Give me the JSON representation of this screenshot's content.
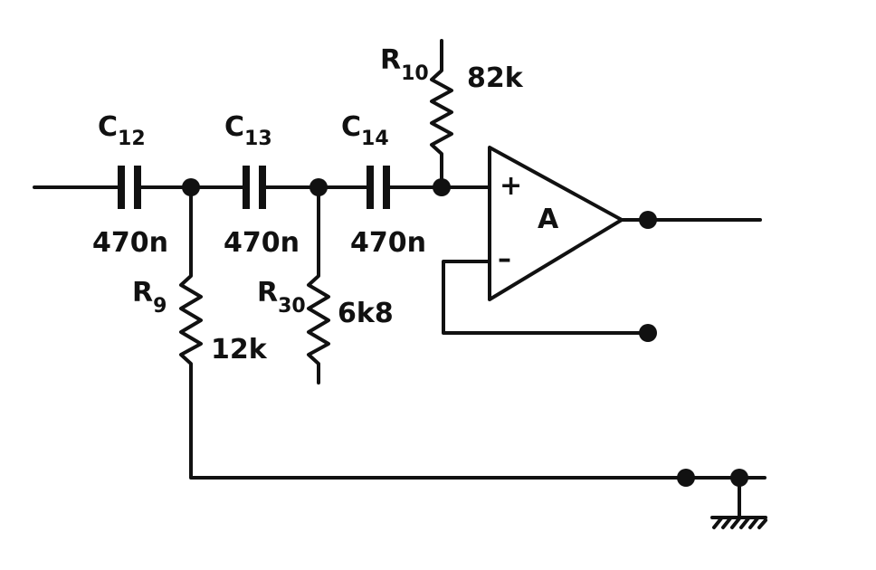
{
  "components": {
    "c12": {
      "ref": "C",
      "idx": "12",
      "value": "470n"
    },
    "c13": {
      "ref": "C",
      "idx": "13",
      "value": "470n"
    },
    "c14": {
      "ref": "C",
      "idx": "14",
      "value": "470n"
    },
    "r9": {
      "ref": "R",
      "idx": "9",
      "value": "12k"
    },
    "r30": {
      "ref": "R",
      "idx": "30",
      "value": "6k8"
    },
    "r10": {
      "ref": "R",
      "idx": "10",
      "value": "82k"
    }
  },
  "opamp": {
    "label": "A",
    "plus": "+",
    "minus": "–"
  }
}
